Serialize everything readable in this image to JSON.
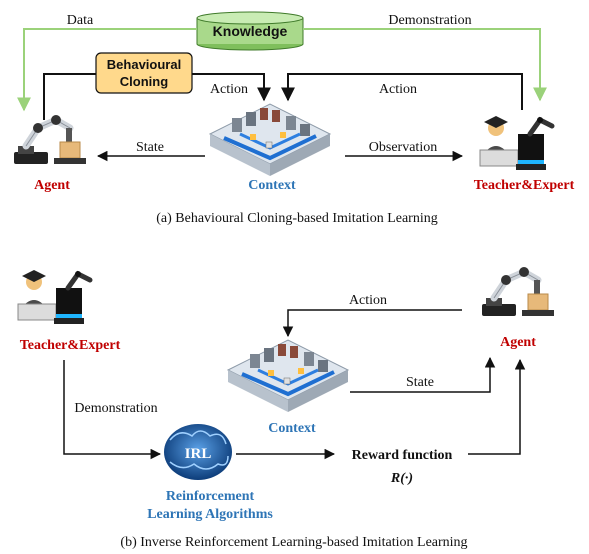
{
  "panel_a": {
    "knowledge_label": "Knowledge",
    "bc_line1": "Behavioural",
    "bc_line2": "Cloning",
    "data_label": "Data",
    "demonstration_label": "Demonstration",
    "action_left": "Action",
    "action_right": "Action",
    "state_label": "State",
    "observation_label": "Observation",
    "agent_label": "Agent",
    "context_label": "Context",
    "teacher_label": "Teacher&Expert",
    "caption": "(a) Behavioural Cloning-based Imitation Learning"
  },
  "panel_b": {
    "teacher_label": "Teacher&Expert",
    "demonstration_label": "Demonstration",
    "action_label": "Action",
    "state_label": "State",
    "agent_label": "Agent",
    "context_label": "Context",
    "irl_icon_text": "IRL",
    "rl_line1": "Reinforcement",
    "rl_line2": "Learning Algorithms",
    "reward_label": "Reward function",
    "reward_symbol": "R(·)",
    "caption": "(b) Inverse Reinforcement Learning-based Imitation Learning"
  },
  "colors": {
    "green_arrow": "#9bd27a",
    "knowledge_fill": "#a9d98b",
    "bc_fill": "#ffd98c",
    "agent_red": "#c00000",
    "context_blue": "#2e75b6",
    "irl_blue": "#1f5fa8"
  }
}
